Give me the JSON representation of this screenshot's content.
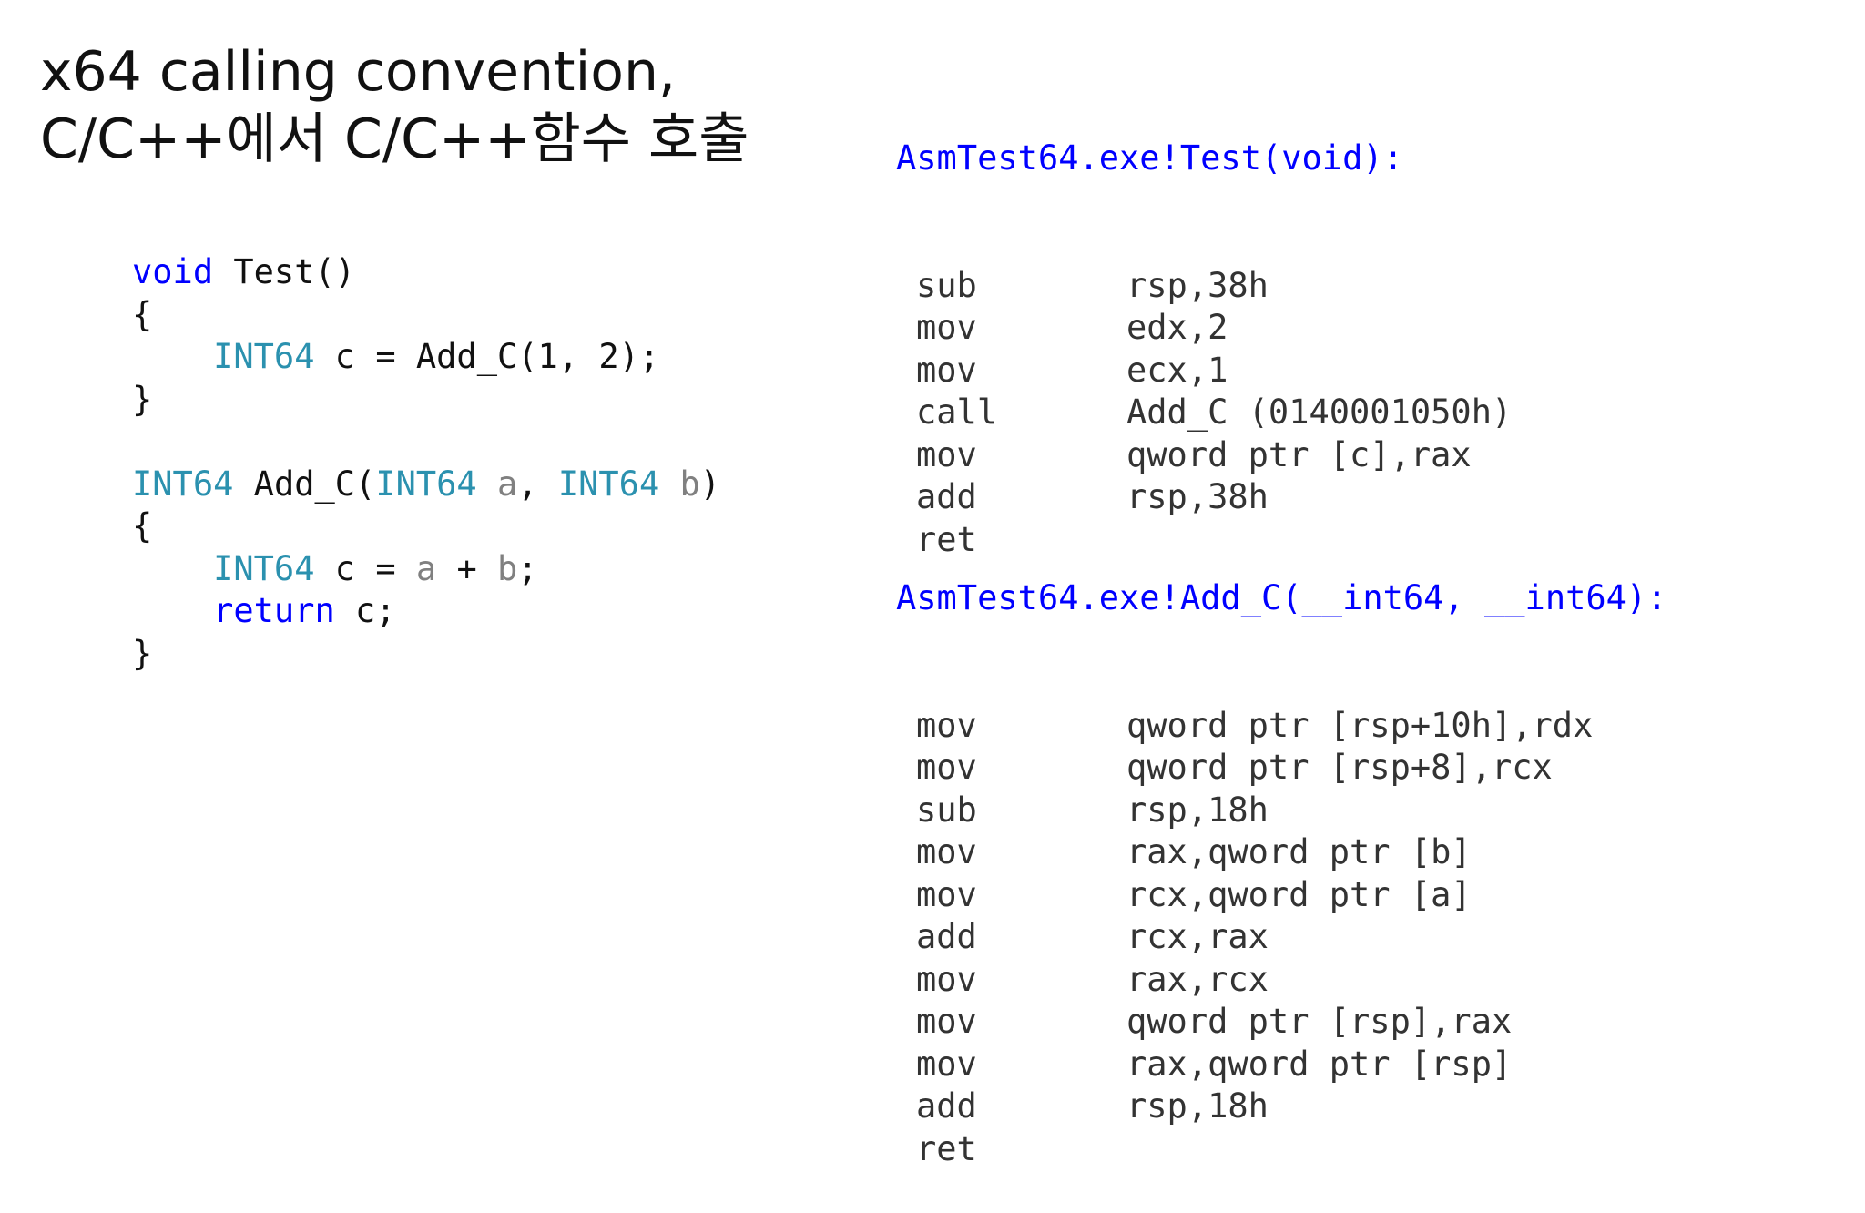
{
  "title": {
    "line1": "x64 calling convention,",
    "line2": "C/C++에서 C/C++함수 호출"
  },
  "source": {
    "lines": [
      [
        {
          "t": "void",
          "c": "kw"
        },
        {
          "t": " Test()"
        }
      ],
      [
        {
          "t": "{"
        }
      ],
      [
        {
          "t": "    "
        },
        {
          "t": "INT64",
          "c": "ty"
        },
        {
          "t": " c = Add_C(1, 2);"
        }
      ],
      [
        {
          "t": "}"
        }
      ],
      [
        {
          "t": ""
        }
      ],
      [
        {
          "t": "INT64",
          "c": "ty"
        },
        {
          "t": " Add_C("
        },
        {
          "t": "INT64",
          "c": "ty"
        },
        {
          "t": " "
        },
        {
          "t": "a",
          "c": "pm"
        },
        {
          "t": ", "
        },
        {
          "t": "INT64",
          "c": "ty"
        },
        {
          "t": " "
        },
        {
          "t": "b",
          "c": "pm"
        },
        {
          "t": ")"
        }
      ],
      [
        {
          "t": "{"
        }
      ],
      [
        {
          "t": "    "
        },
        {
          "t": "INT64",
          "c": "ty"
        },
        {
          "t": " c = "
        },
        {
          "t": "a",
          "c": "pm"
        },
        {
          "t": " + "
        },
        {
          "t": "b",
          "c": "pm"
        },
        {
          "t": ";"
        }
      ],
      [
        {
          "t": "    "
        },
        {
          "t": "return",
          "c": "kw"
        },
        {
          "t": " c;"
        }
      ],
      [
        {
          "t": "}"
        }
      ]
    ]
  },
  "asm_test": {
    "header": "AsmTest64.exe!Test(void):",
    "rows": [
      {
        "mn": "sub",
        "op": "rsp,38h"
      },
      {
        "mn": "mov",
        "op": "edx,2"
      },
      {
        "mn": "mov",
        "op": "ecx,1"
      },
      {
        "mn": "call",
        "op": "Add_C (0140001050h)"
      },
      {
        "mn": "mov",
        "op": "qword ptr [c],rax"
      },
      {
        "mn": "add",
        "op": "rsp,38h"
      },
      {
        "mn": "ret",
        "op": ""
      }
    ]
  },
  "asm_add": {
    "header": "AsmTest64.exe!Add_C(__int64, __int64):",
    "rows": [
      {
        "mn": "mov",
        "op": "qword ptr [rsp+10h],rdx"
      },
      {
        "mn": "mov",
        "op": "qword ptr [rsp+8],rcx"
      },
      {
        "mn": "sub",
        "op": "rsp,18h"
      },
      {
        "mn": "mov",
        "op": "rax,qword ptr [b]"
      },
      {
        "mn": "mov",
        "op": "rcx,qword ptr [a]"
      },
      {
        "mn": "add",
        "op": "rcx,rax"
      },
      {
        "mn": "mov",
        "op": "rax,rcx"
      },
      {
        "mn": "mov",
        "op": "qword ptr [rsp],rax"
      },
      {
        "mn": "mov",
        "op": "rax,qword ptr [rsp]"
      },
      {
        "mn": "add",
        "op": "rsp,18h"
      },
      {
        "mn": "ret",
        "op": ""
      }
    ]
  },
  "colors": {
    "keyword": "#0000ff",
    "type": "#2b91af",
    "parameter": "#808080",
    "asm_header": "#0000ff",
    "text": "#111111"
  }
}
